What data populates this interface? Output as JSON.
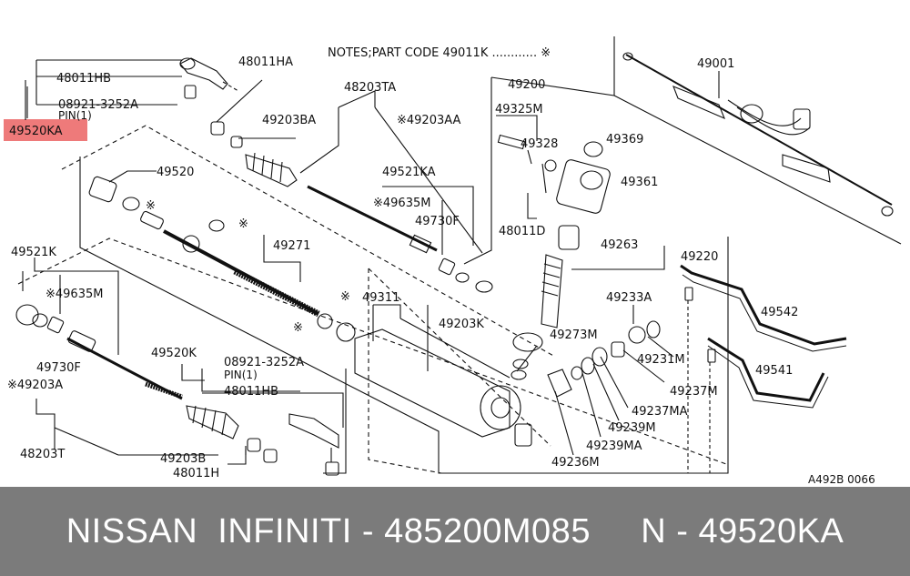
{
  "notes": "NOTES;PART CODE  49011K ............ ※",
  "ref_code": "A492B 0066",
  "highlight_color": "#ec6c6c",
  "footer": {
    "text": "NISSAN  INFINITI - 485200M085     N - 49520KA",
    "background": "#7b7b7b"
  },
  "labels": {
    "p48011HB_top": "48011HB",
    "p48011HA": "48011HA",
    "p08921_top": "08921-3252A",
    "pin_top": "PIN(1)",
    "p49520KA": "49520KA",
    "p48203TA": "48203TA",
    "p49203BA": "49203BA",
    "p49203AA": "※49203AA",
    "p49520": "49520",
    "p49521KA": "49521KA",
    "p49635M_a": "※49635M",
    "p49730F_a": "49730F",
    "p49271": "49271",
    "p49521K": "49521K",
    "p49635M_b": "※49635M",
    "p49730F_b": "49730F",
    "p49203A": "※49203A",
    "p49311": "49311",
    "p49203K": "49203K",
    "p49520K": "49520K",
    "p08921_bot": "08921-3252A",
    "pin_bot": "PIN(1)",
    "p48011HB_bot": "48011HB",
    "p48203T": "48203T",
    "p49203B": "49203B",
    "p48011H": "48011H",
    "p49200": "49200",
    "p49325M": "49325M",
    "p49328": "49328",
    "p49369": "49369",
    "p49361": "49361",
    "p48011D": "48011D",
    "p49263": "49263",
    "p49220": "49220",
    "p49001": "49001",
    "p49233A": "49233A",
    "p49273M": "49273M",
    "p49231M": "49231M",
    "p49237M": "49237M",
    "p49237MA": "49237MA",
    "p49239M": "49239M",
    "p49239MA": "49239MA",
    "p49236M": "49236M",
    "p49542": "49542",
    "p49541": "49541",
    "mark_a": "※",
    "mark_b": "※",
    "mark_c": "※",
    "mark_d": "※"
  }
}
